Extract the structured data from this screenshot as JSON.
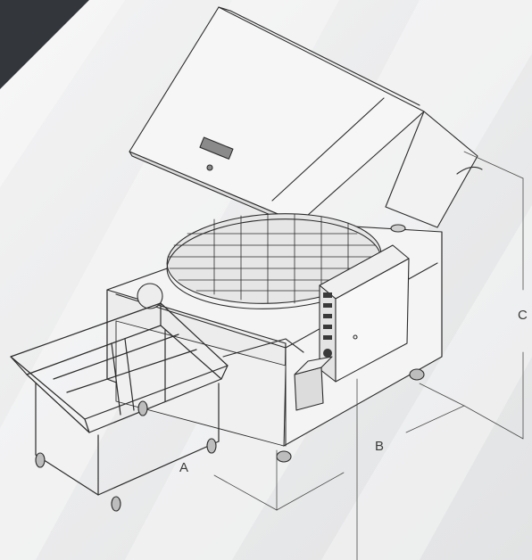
{
  "dimensions": {
    "a": "A",
    "b": "B",
    "c": "C"
  },
  "colors": {
    "background": "#e9eaeb",
    "corner_badge": "#33363b",
    "line": "#2b2b2b"
  }
}
